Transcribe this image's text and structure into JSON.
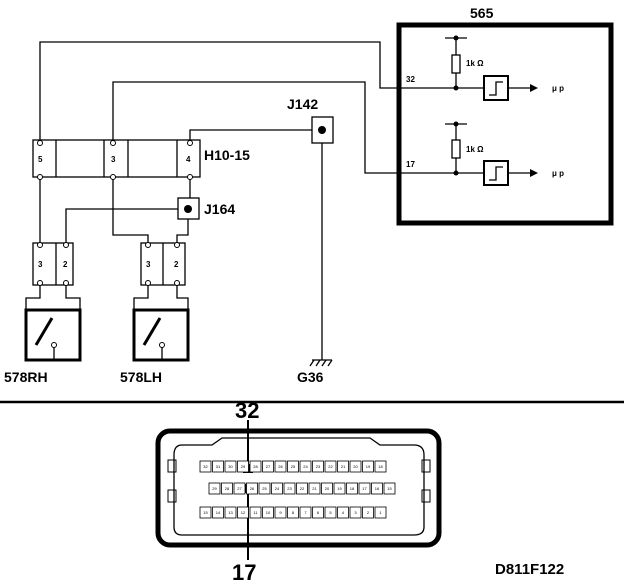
{
  "diagram": {
    "module_label": "565",
    "connector_h_label": "H10-15",
    "junction_j142_label": "J142",
    "junction_j164_label": "J164",
    "ground_label": "G36",
    "switch_rh_label": "578RH",
    "switch_lh_label": "578LH",
    "pin_32_label": "32",
    "pin_17_label": "17",
    "resistor_top_label": "1k  Ω",
    "resistor_bottom_label": "1k  Ω",
    "mu_p_top": "μ p",
    "mu_p_bottom": "μ p",
    "h_pin_left": "5",
    "h_pin_mid": "3",
    "h_pin_right": "4",
    "rh_pin_left": "3",
    "rh_pin_right": "2",
    "lh_pin_left": "3",
    "lh_pin_right": "2",
    "callout_top": "32",
    "callout_bottom": "17",
    "figure_code": "D811F122"
  },
  "connector_rows": {
    "row1": [
      "32",
      "31",
      "30",
      "29",
      "28",
      "27",
      "26",
      "25",
      "24",
      "23",
      "22",
      "21",
      "20",
      "19",
      "18"
    ],
    "row2": [
      "29",
      "28",
      "27",
      "26",
      "25",
      "24",
      "23",
      "22",
      "21",
      "20",
      "19",
      "18",
      "17",
      "16",
      "15"
    ],
    "row3": [
      "15",
      "14",
      "13",
      "12",
      "11",
      "10",
      "9",
      "8",
      "7",
      "6",
      "5",
      "4",
      "3",
      "2",
      "1"
    ]
  }
}
